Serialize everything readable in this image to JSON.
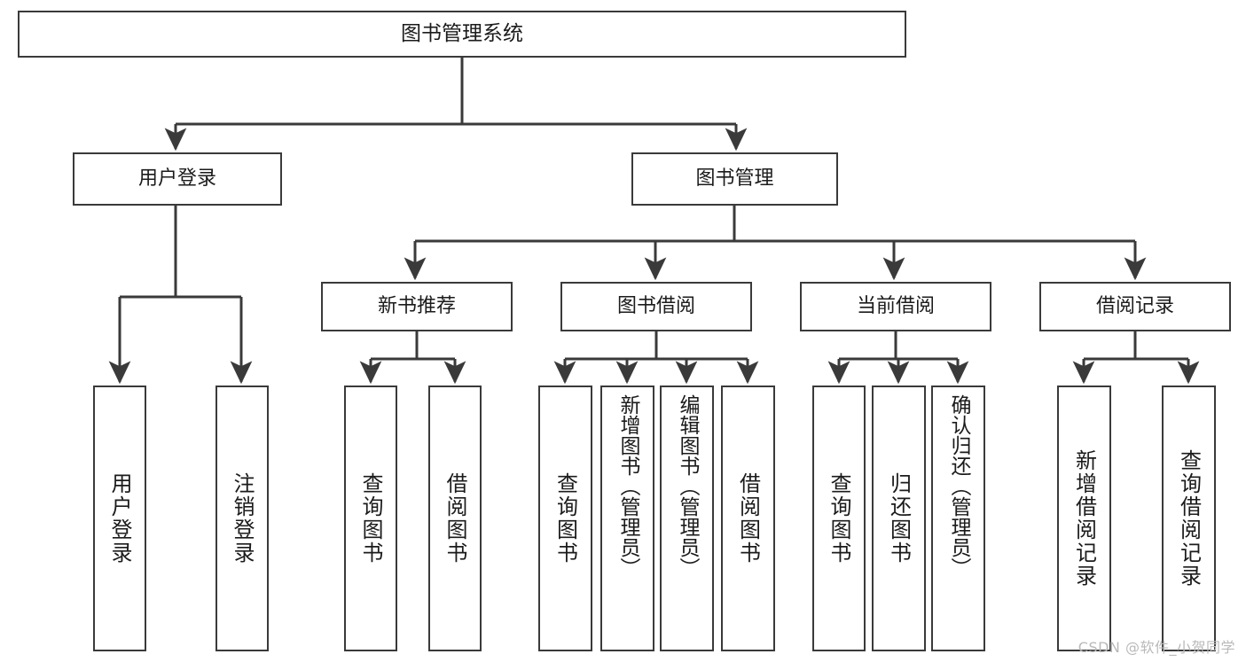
{
  "diagram": {
    "title": "图书管理系统",
    "type": "hierarchy-tree",
    "watermark": "CSDN @软件_小贺同学",
    "colors": {
      "box_border": "#3a3a3a",
      "box_fill": "#ffffff",
      "edge": "#3a3a3a",
      "text": "#1b1b1b",
      "watermark": "#b9b9b9",
      "background": "#ffffff"
    }
  },
  "nodes": {
    "root": {
      "label": "图书管理系统"
    },
    "level1": [
      {
        "id": "user-login",
        "label": "用户登录"
      },
      {
        "id": "book-manage",
        "label": "图书管理"
      }
    ],
    "level2": [
      {
        "id": "new-book-recommend",
        "label": "新书推荐"
      },
      {
        "id": "book-borrow",
        "label": "图书借阅"
      },
      {
        "id": "current-borrow",
        "label": "当前借阅"
      },
      {
        "id": "borrow-record",
        "label": "借阅记录"
      }
    ],
    "leaves": {
      "user-login": [
        {
          "id": "user-login-action",
          "label": "用户登录"
        },
        {
          "id": "user-logout-action",
          "label": "注销登录"
        }
      ],
      "new-book-recommend": [
        {
          "id": "query-book-recommend",
          "label": "查询图书"
        },
        {
          "id": "borrow-book-recommend",
          "label": "借阅图书"
        }
      ],
      "book-borrow": [
        {
          "id": "query-book-borrow",
          "label": "查询图书"
        },
        {
          "id": "add-book-admin",
          "label": "新增图书（管理员）"
        },
        {
          "id": "edit-book-admin",
          "label": "编辑图书（管理员）"
        },
        {
          "id": "borrow-book",
          "label": "借阅图书"
        }
      ],
      "current-borrow": [
        {
          "id": "query-book-current",
          "label": "查询图书"
        },
        {
          "id": "return-book",
          "label": "归还图书"
        },
        {
          "id": "confirm-return-admin",
          "label": "确认归还（管理员）"
        }
      ],
      "borrow-record": [
        {
          "id": "add-borrow-record",
          "label": "新增借阅记录"
        },
        {
          "id": "query-borrow-record",
          "label": "查询借阅记录"
        }
      ]
    }
  },
  "edges": [
    {
      "from": "root",
      "to": "user-login"
    },
    {
      "from": "root",
      "to": "book-manage"
    },
    {
      "from": "book-manage",
      "to": "new-book-recommend"
    },
    {
      "from": "book-manage",
      "to": "book-borrow"
    },
    {
      "from": "book-manage",
      "to": "current-borrow"
    },
    {
      "from": "book-manage",
      "to": "borrow-record"
    },
    {
      "from": "user-login",
      "to": "user-login-action"
    },
    {
      "from": "user-login",
      "to": "user-logout-action"
    },
    {
      "from": "new-book-recommend",
      "to": "query-book-recommend"
    },
    {
      "from": "new-book-recommend",
      "to": "borrow-book-recommend"
    },
    {
      "from": "book-borrow",
      "to": "query-book-borrow"
    },
    {
      "from": "book-borrow",
      "to": "add-book-admin"
    },
    {
      "from": "book-borrow",
      "to": "edit-book-admin"
    },
    {
      "from": "book-borrow",
      "to": "borrow-book"
    },
    {
      "from": "current-borrow",
      "to": "query-book-current"
    },
    {
      "from": "current-borrow",
      "to": "return-book"
    },
    {
      "from": "current-borrow",
      "to": "confirm-return-admin"
    },
    {
      "from": "borrow-record",
      "to": "add-borrow-record"
    },
    {
      "from": "borrow-record",
      "to": "query-borrow-record"
    }
  ]
}
